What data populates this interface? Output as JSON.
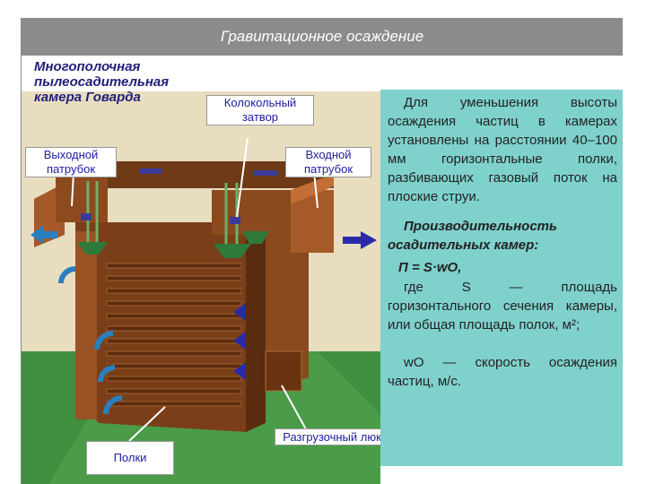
{
  "header": {
    "title": "Гравитационное осаждение"
  },
  "diagram": {
    "title": "Многополочная пылеосадительная камера Говарда",
    "labels": {
      "bell_valve": "Колокольный затвор",
      "outlet": "Выходной патрубок",
      "inlet": "Входной патрубок",
      "shelves": "Полки",
      "hatch": "Разгрузочный люк"
    }
  },
  "note": {
    "p1": "Для уменьшения высоты осаждения частиц в камерах установлены на расстоянии 40–100 мм горизонтальные полки, разбивающих газовый поток на плоские струи.",
    "p2": "Производительность осадительных камер:",
    "formula": "П = S·wO,",
    "p3": "где S — площадь горизонтального сечения камеры, или общая площадь полок, м²;",
    "p4": "wO — скорость осаждения частиц, м/с."
  },
  "colors": {
    "banner": "#8c8c8c",
    "note_bg": "#7fd1cc",
    "wall": "#8b4a1e",
    "floor": "#3a8a3a",
    "arrow_in": "#2a2aa8",
    "arrow_out": "#2a7fc0"
  }
}
